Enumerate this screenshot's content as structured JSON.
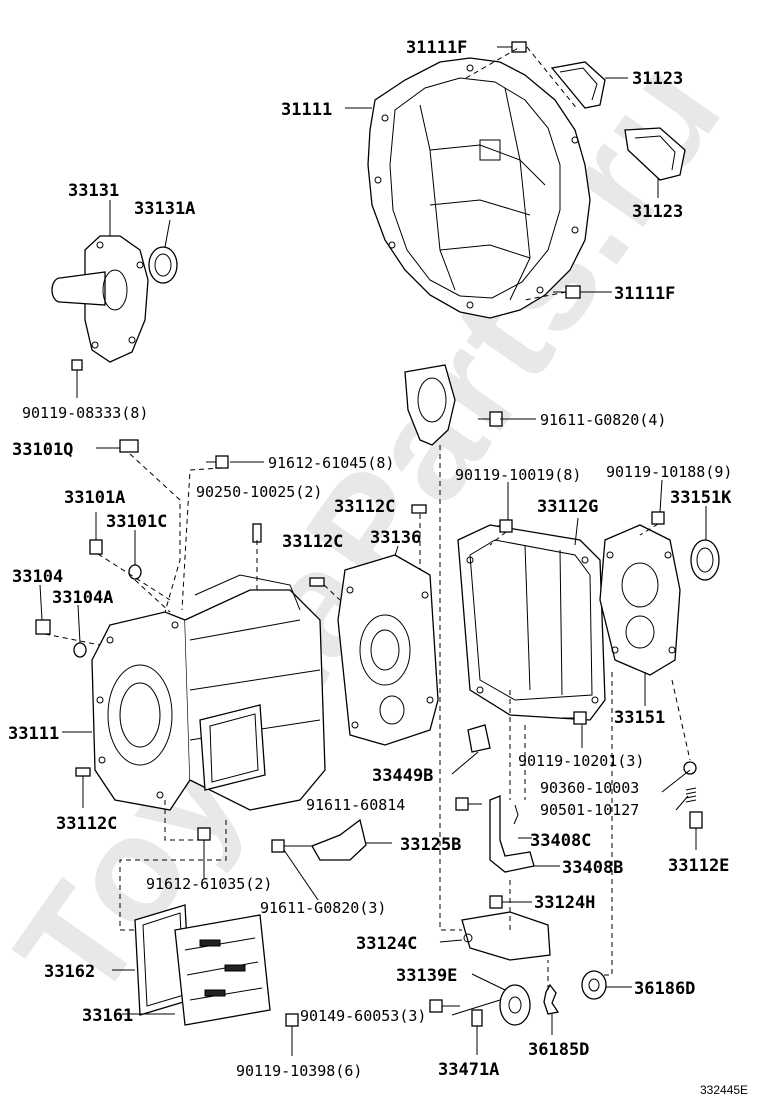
{
  "watermark": "ToyotaParts.ru",
  "figure_code": "332445E",
  "labels": {
    "p31111F_top": "31111F",
    "p31111": "31111",
    "p31123_a": "31123",
    "p31123_b": "31123",
    "p31111F_bot": "31111F",
    "p33131": "33131",
    "p33131A": "33131A",
    "p90119_08333": "90119-08333(8)",
    "p91611_G0820_4": "91611-G0820(4)",
    "p33101Q": "33101Q",
    "p91612_61045": "91612-61045(8)",
    "p90119_10019": "90119-10019(8)",
    "p90119_10188": "90119-10188(9)",
    "p90250_10025": "90250-10025(2)",
    "p33101A": "33101A",
    "p33112C_a": "33112C",
    "p33112G": "33112G",
    "p33151K": "33151K",
    "p33101C": "33101C",
    "p33112C_b": "33112C",
    "p33136": "33136",
    "p33104": "33104",
    "p33104A": "33104A",
    "p33111": "33111",
    "p33151": "33151",
    "p90119_10201": "90119-10201(3)",
    "p33449B": "33449B",
    "p90360_10003": "90360-10003",
    "p91611_60814": "91611-60814",
    "p90501_10127": "90501-10127",
    "p33112C_c": "33112C",
    "p33408C": "33408C",
    "p33125B": "33125B",
    "p33112E": "33112E",
    "p33408B": "33408B",
    "p91612_61035": "91612-61035(2)",
    "p91611_G0820_3": "91611-G0820(3)",
    "p33124H": "33124H",
    "p33124C": "33124C",
    "p33162": "33162",
    "p33139E": "33139E",
    "p36186D": "36186D",
    "p33161": "33161",
    "p90149_60053": "90149-60053(3)",
    "p36185D": "36185D",
    "p90119_10398": "90119-10398(6)",
    "p33471A": "33471A"
  }
}
